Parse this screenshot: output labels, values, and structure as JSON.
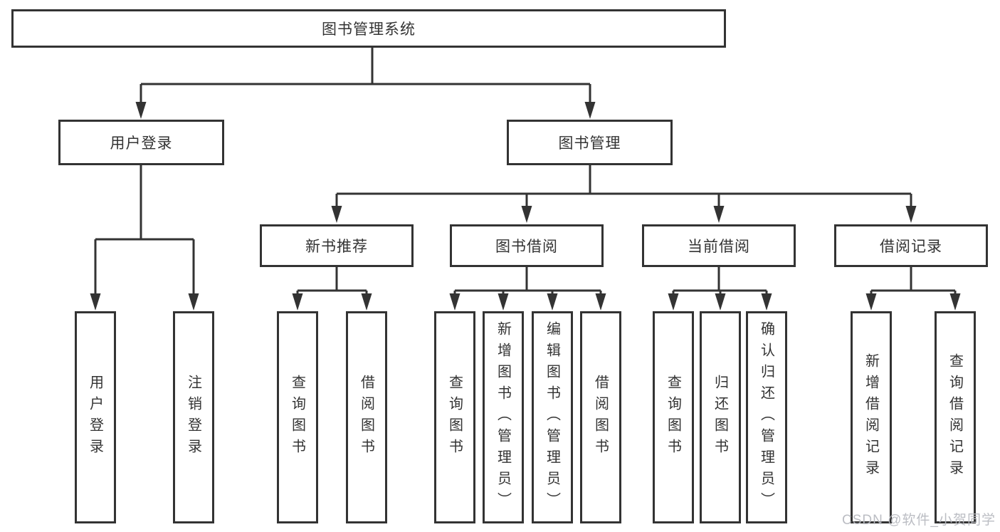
{
  "diagram_title": "图书管理系统",
  "nodes": {
    "root": "图书管理系统",
    "user_login": "用户登录",
    "book_mgmt": "图书管理",
    "new_book_rec": "新书推荐",
    "book_borrow": "图书借阅",
    "current_borrow": "当前借阅",
    "borrow_record": "借阅记录",
    "leaf_user_login": "用户登录",
    "leaf_logout": "注销登录",
    "leaf_rec_query": "查询图书",
    "leaf_rec_borrow": "借阅图书",
    "leaf_bb_query": "查询图书",
    "leaf_bb_add": "新增图书（管理员）",
    "leaf_bb_edit": "编辑图书（管理员）",
    "leaf_bb_borrow": "借阅图书",
    "leaf_cb_query": "查询图书",
    "leaf_cb_return": "归还图书",
    "leaf_cb_confirm": "确认归还（管理员）",
    "leaf_br_add": "新增借阅记录",
    "leaf_br_query": "查询借阅记录"
  },
  "edges": [
    {
      "parent": "root",
      "children": [
        "user_login",
        "book_mgmt"
      ]
    },
    {
      "parent": "user_login",
      "children": [
        "leaf_user_login",
        "leaf_logout"
      ]
    },
    {
      "parent": "book_mgmt",
      "children": [
        "new_book_rec",
        "book_borrow",
        "current_borrow",
        "borrow_record"
      ]
    },
    {
      "parent": "new_book_rec",
      "children": [
        "leaf_rec_query",
        "leaf_rec_borrow"
      ]
    },
    {
      "parent": "book_borrow",
      "children": [
        "leaf_bb_query",
        "leaf_bb_add",
        "leaf_bb_edit",
        "leaf_bb_borrow"
      ]
    },
    {
      "parent": "current_borrow",
      "children": [
        "leaf_cb_query",
        "leaf_cb_return",
        "leaf_cb_confirm"
      ]
    },
    {
      "parent": "borrow_record",
      "children": [
        "leaf_br_add",
        "leaf_br_query"
      ]
    }
  ],
  "watermark": "CSDN @软件_小贺同学",
  "colors": {
    "line": "#333333",
    "box_border": "#333333",
    "text": "#333333",
    "watermark": "#b7b9c0",
    "background": "#ffffff"
  }
}
